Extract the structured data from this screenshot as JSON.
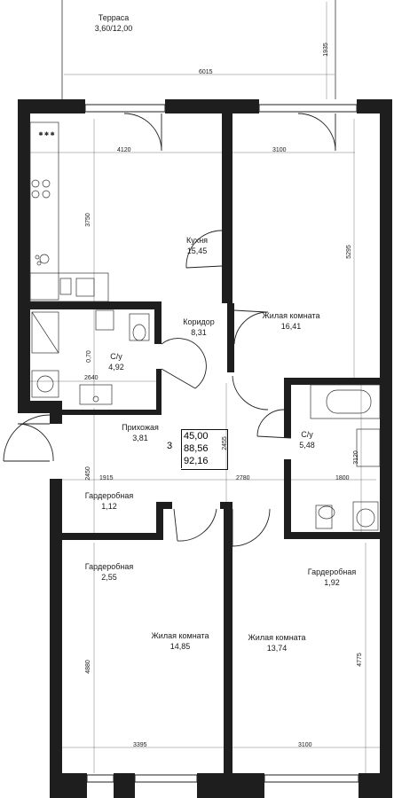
{
  "rooms": {
    "terrace": {
      "name": "Терраса",
      "area": "3,60/12,00"
    },
    "kitchen": {
      "name": "Кухня",
      "area": "15,45"
    },
    "living1": {
      "name": "Жилая комната",
      "area": "16,41"
    },
    "corridor": {
      "name": "Коридор",
      "area": "8,31"
    },
    "bath1": {
      "name": "С/у",
      "area": "4,92"
    },
    "hall": {
      "name": "Прихожая",
      "area": "3,81"
    },
    "bath2": {
      "name": "С/у",
      "area": "5,48"
    },
    "wardrobe1": {
      "name": "Гардеробная",
      "area": "1,12"
    },
    "wardrobe2": {
      "name": "Гардеробная",
      "area": "2,55"
    },
    "wardrobe3": {
      "name": "Гардеробная",
      "area": "1,92"
    },
    "living2": {
      "name": "Жилая комната",
      "area": "14,85"
    },
    "living3": {
      "name": "Жилая комната",
      "area": "13,74"
    }
  },
  "summary": {
    "rooms_count": "3",
    "living_area": "45,00",
    "total_area": "88,56",
    "total_with_terrace": "92,16"
  },
  "dimensions": {
    "terrace_width": "6015",
    "terrace_depth": "1935",
    "kitchen_width": "4120",
    "kitchen_depth": "3750",
    "living1_width": "3100",
    "living1_depth": "5295",
    "bath1_width": "2640",
    "bath1_door": "0,70",
    "hall_depth": "2455",
    "corridor_width": "2780",
    "wardrobe_width": "1915",
    "wardrobe_depth": "2450",
    "bath2_width": "1800",
    "bath2_depth": "3120",
    "living2_depth": "4880",
    "living2_width": "3395",
    "living3_depth": "4775",
    "living3_width": "3100"
  }
}
